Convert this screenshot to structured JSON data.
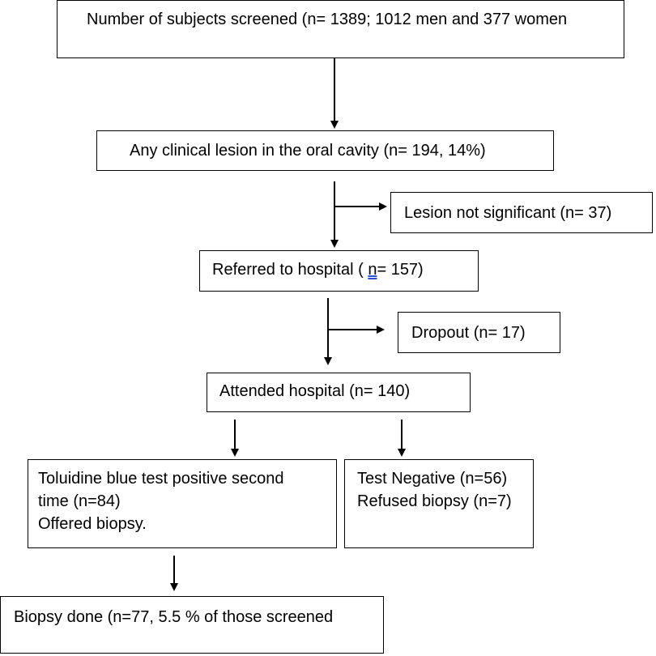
{
  "boxes": {
    "screened": {
      "text": "Number of subjects screened (n= 1389; 1012 men and 377 women"
    },
    "lesion": {
      "text": "Any clinical lesion in the oral cavity (n= 194, 14%)"
    },
    "not_significant": {
      "text": "Lesion not significant (n= 37)"
    },
    "referred": {
      "prefix": "Referred to hospital ( ",
      "marked": "n",
      "suffix": "= 157)"
    },
    "dropout": {
      "text": "Dropout (n= 17)"
    },
    "attended": {
      "text": "Attended hospital (n= 140)"
    },
    "positive": {
      "lines": [
        "Toluidine blue test positive second",
        "time (n=84)",
        "Offered biopsy."
      ]
    },
    "negative": {
      "lines": [
        "Test Negative (n=56)",
        "Refused biopsy (n=7)"
      ]
    },
    "biopsy": {
      "text": "Biopsy done (n=77, 5.5 % of those screened"
    }
  },
  "colors": {
    "line": "#000000",
    "spellcheck_underline": "#2a4fd6"
  }
}
